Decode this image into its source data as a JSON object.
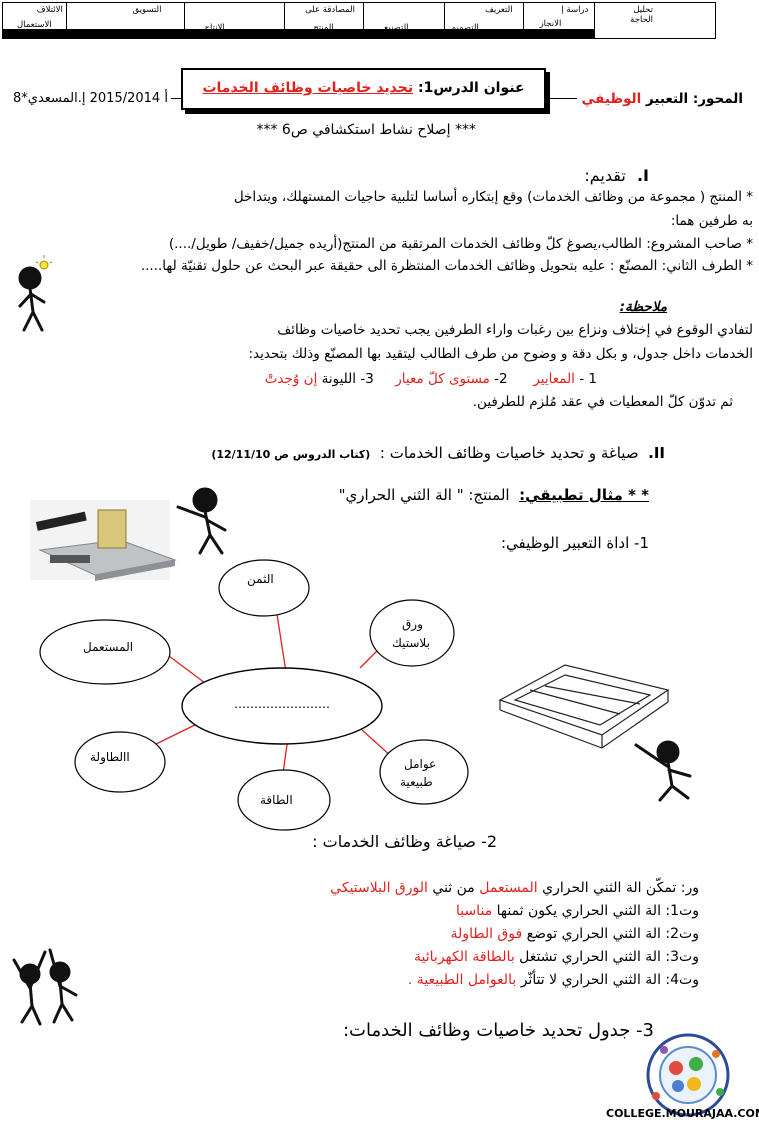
{
  "topbar": {
    "cells": [
      {
        "label": "الائتلاف",
        "label2": "الاستعمال"
      },
      {
        "label": "التسويق",
        "label2": ""
      },
      {
        "label": "",
        "label2": "الانتاج"
      },
      {
        "label": "المصادقة على",
        "label2": "المنتج"
      },
      {
        "label": "",
        "label2": "التصنيع"
      },
      {
        "label": "التعريف",
        "label2": "التصميم"
      },
      {
        "label": "دراسة إ",
        "label2": "الانجاز"
      },
      {
        "label": "تحليل الحاجة",
        "label2": ""
      }
    ]
  },
  "header": {
    "lesson_prefix": "عنوان الدرس1: ",
    "lesson_title": "تحديد خاصيات وظائف الخدمات",
    "axis_prefix": "المحور: التعبير ",
    "axis_red": "الوظيفي",
    "teacher": "8*أ 2015/2014 إ.المسعدي",
    "activity": "***  إصلاح  نشاط استكشافي ص6 ***"
  },
  "section1": {
    "num": "I.",
    "title": "تقديم:",
    "line1": "* المنتج  ( مجموعة من وظائف الخدمات) وقع إبتكاره أساسا لتلبية حاجيات المستهلك، ويتداخل",
    "line2": "به طرفين هما:",
    "line3": "* صاحب المشروع: الطالب،يصوغ كلّ وظائف الخدمات المرتقبة من المنتج(أريده جميل/خفيف/ طويل/....)",
    "line4": "* الطرف الثاني: المصنّع : عليه بتحويل وظائف الخدمات المنتظرة الى حقيقة عبر البحث عن حلول تقنيّة لها.....",
    "note_title": "ملاحظة:",
    "note1": "لتفادي الوقوع في إختلاف ونزاع  بين رغبات واراء  الطرفين يجب تحديد خاصيات وظائف",
    "note2": "الخدمات  داخل جدول، و بكل دقة و وضوح  من  طرف  الطالب ليتقيد بها المصنّع وذلك بتحديد:",
    "crit_1_num": "1  -",
    "crit_1": "المعايير",
    "crit_2_num": "2-",
    "crit_2": "مستوى كلّ معيار",
    "crit_3_num": "3-",
    "crit_3a": "الليونة",
    "crit_3b": "إن وُجدتْ",
    "note3": "ثم تدوّن كلّ المعطيات  في عقد مُلزم للطرفين."
  },
  "section2": {
    "num": "II.",
    "title": "صياغة و تحديد خاصيات وظائف الخدمات :",
    "ref": "(كتاب الدروس ص 12/11/10)",
    "example_label": "* * مثال تطبيقي:",
    "example_text": "المنتج: \" الة الثني الحراري\"",
    "tool_title": "1- اداة التعبير الوظيفي:",
    "center": "……………………",
    "nodes": {
      "price": "الثمن",
      "paper": "ورق",
      "plastic": "بلاستيك",
      "user": "المستعمل",
      "table": "االطاولة",
      "energy": "الطاقة",
      "factors1": "عوامل",
      "factors2": "طبيعية"
    },
    "func_title": "2- صياغة وظائف الخدمات :",
    "funcs": [
      {
        "pre": "ور: تمكّن الة الثني الحراري ",
        "red1": "المستعمل",
        "mid": " من ثني ",
        "red2": "الورق البلاستيكي"
      },
      {
        "pre": "وت1: الة الثني الحراري يكون ثمنها ",
        "red1": "مناسبا",
        "mid": "",
        "red2": ""
      },
      {
        "pre": "وت2: الة الثني الحراري توضع ",
        "red1": "فوق الطاولة",
        "mid": "",
        "red2": ""
      },
      {
        "pre": "وت3: الة الثني الحراري تشتغل  ",
        "red1": "بالطاقة الكهربائية",
        "mid": "",
        "red2": ""
      },
      {
        "pre": "وت4: الة الثني الحراري لا تتأثّر  ",
        "red1": "بالعوامل الطبيعية .",
        "mid": "",
        "red2": ""
      }
    ],
    "table_title": "3- جدول تحديد  خاصيات وظائف الخدمات:"
  },
  "footer": {
    "site": "COLLEGE.MOURAJAA.COM"
  },
  "colors": {
    "accent": "#e0221f",
    "lines": "#e0221f"
  }
}
